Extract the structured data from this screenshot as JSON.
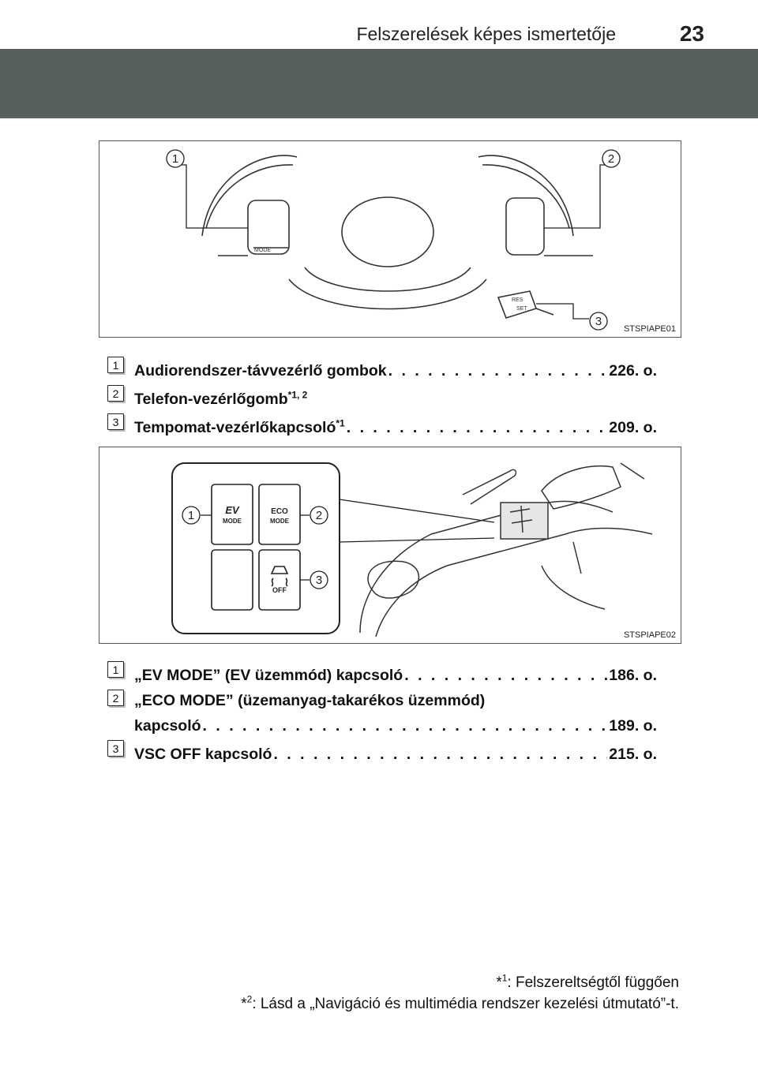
{
  "header": {
    "title": "Felszerelések képes ismertetője",
    "page_number": "23"
  },
  "figure1": {
    "code": "STSPIAPE01",
    "callouts": [
      "1",
      "2",
      "3"
    ],
    "mode_label": "MODE",
    "lever_labels": [
      "RES",
      "SET"
    ]
  },
  "list1": [
    {
      "num": "1",
      "label": "Audiorendszer-távvezérlő gombok",
      "sup": "",
      "leader": ". . . . . . . . . . . . . . . . . . . . . . . . . . . . . .",
      "ref": "226. o."
    },
    {
      "num": "2",
      "label": "Telefon-vezérlőgomb",
      "sup": "*1, 2",
      "leader": "",
      "ref": ""
    },
    {
      "num": "3",
      "label": "Tempomat-vezérlőkapcsoló",
      "sup": "*1",
      "leader": ". . . . . . . . . . . . . . . . . . . . . . . . . . . . . . . .",
      "ref": "209. o."
    }
  ],
  "figure2": {
    "code": "STSPIAPE02",
    "callouts": [
      "1",
      "2",
      "3"
    ],
    "ev_top": "EV",
    "ev_bottom": "MODE",
    "eco_top": "ECO",
    "eco_bottom": "MODE",
    "vsc_bottom": "OFF"
  },
  "list2": [
    {
      "num": "1",
      "label": "„EV MODE” (EV üzemmód) kapcsoló",
      "leader": ". . . . . . . . . . . . . . . . . . . . . . . . . . . .",
      "ref": "186. o."
    },
    {
      "num": "2",
      "label": "„ECO MODE” (üzemanyag-takarékos üzemmód)",
      "label2": "kapcsoló",
      "leader": ". . . . . . . . . . . . . . . . . . . . . . . . . . . . . . . . . . . . . . . . . . . . . . . . . . . . . . . . . . . . .",
      "ref": "189. o."
    },
    {
      "num": "3",
      "label": "VSC OFF kapcsoló",
      "leader": ". . . . . . . . . . . . . . . . . . . . . . . . . . . . . . . . . . . . . . . . . . . . . . . . . . . . . . .",
      "ref": "215. o."
    }
  ],
  "footnotes": [
    {
      "mark": "*",
      "sup": "1",
      "text": ": Felszereltségtől függően"
    },
    {
      "mark": "*",
      "sup": "2",
      "text": ": Lásd a „Navigáció és multimédia rendszer kezelési útmutató”-t."
    }
  ]
}
